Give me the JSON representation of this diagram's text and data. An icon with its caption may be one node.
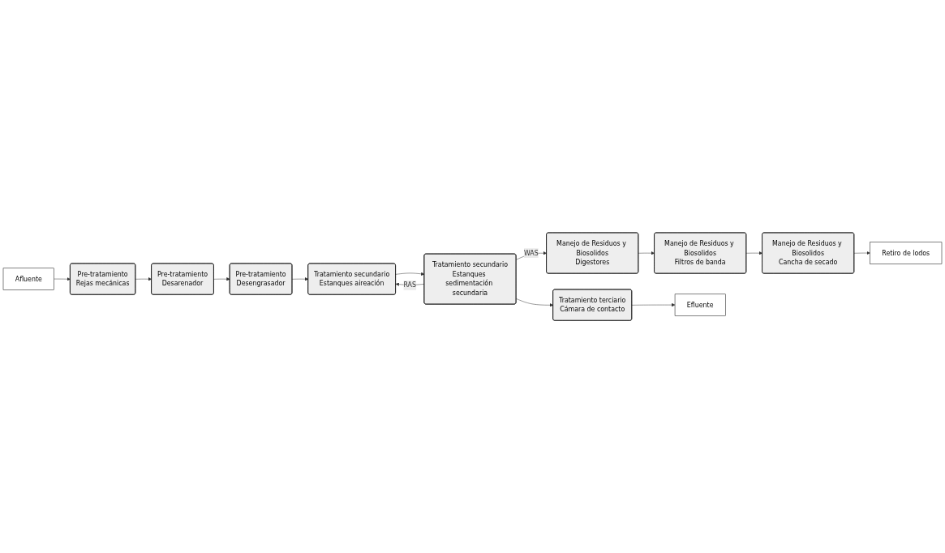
{
  "diagram": {
    "nodes": [
      {
        "text": [
          "Afluente"
        ]
      },
      {
        "text": [
          "Pre-tratamiento",
          "Rejas mecánicas"
        ]
      },
      {
        "text": [
          "Pre-tratamiento",
          "Desarenador"
        ]
      },
      {
        "text": [
          "Pre-tratamiento",
          "Desengrasador"
        ]
      },
      {
        "text": [
          "Tratamiento secundario",
          "Estanques sedimentación secundaria"
        ]
      },
      {
        "text": [
          "Tratamiento secundario",
          "Estanques aireación"
        ]
      },
      {
        "text": [
          "Tratamiento terciario",
          "Cámara de contacto"
        ]
      },
      {
        "text": [
          "Manejo de Residuos y Biosolidos",
          "Digestores"
        ]
      },
      {
        "text": [
          "Manejo de Residuos y Biosolidos",
          "Filtros de banda"
        ]
      },
      {
        "text": [
          "Efluente"
        ]
      },
      {
        "text": [
          "Retiro de lodos"
        ]
      },
      {
        "text": [
          "Manejo de Residuos y Biosolidos",
          "Cancha de secado"
        ]
      }
    ],
    "edges": [
      {
        "from": 0,
        "to": 1,
        "arrow": "to"
      },
      {
        "from": 1,
        "to": 2,
        "arrow": "to"
      },
      {
        "from": 2,
        "to": 3,
        "arrow": "to"
      },
      {
        "from": 3,
        "to": 5,
        "arrow": "to"
      },
      {
        "from": 5,
        "to": 4,
        "arrow": "to"
      },
      {
        "from": 4,
        "to": 6,
        "arrow": "to"
      },
      {
        "from": 4,
        "to": 5,
        "arrow": "to",
        "label": "RAS"
      },
      {
        "from": 4,
        "to": 7,
        "arrow": "to",
        "label": "WAS"
      },
      {
        "from": 6,
        "to": 9,
        "arrow": "to"
      },
      {
        "from": 7,
        "to": 8,
        "arrow": "to"
      },
      {
        "from": 8,
        "to": 11,
        "arrow": "to"
      },
      {
        "from": 11,
        "to": 10,
        "arrow": "to"
      }
    ]
  }
}
